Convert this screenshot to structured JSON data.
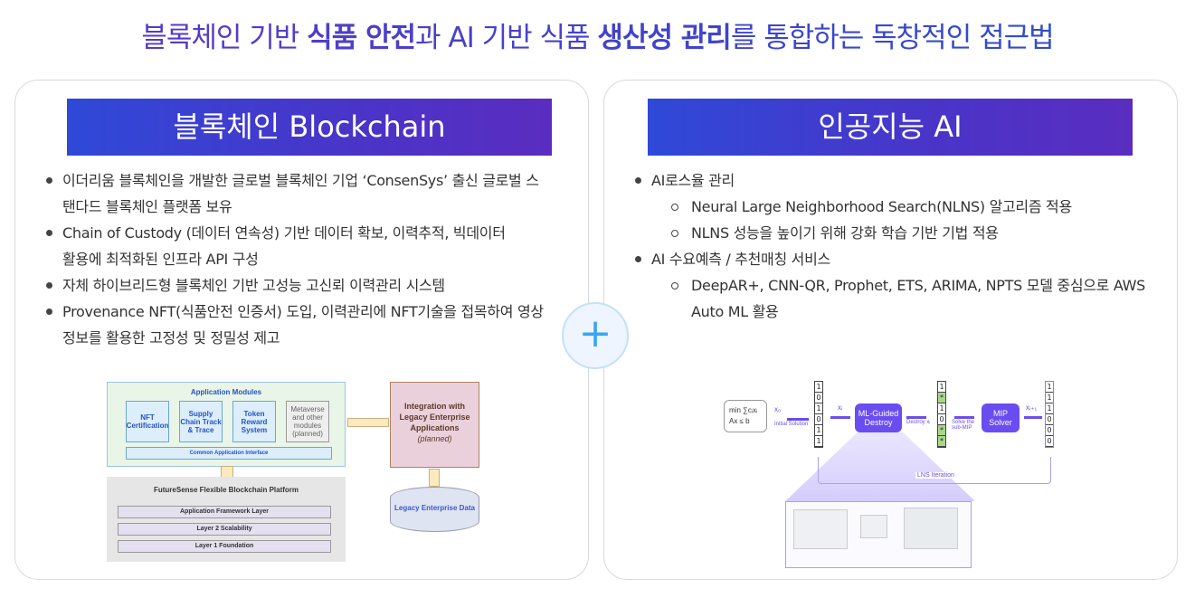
{
  "title": {
    "part1": "블록체인 기반 ",
    "bold1": "식품 안전",
    "part2": "과 AI 기반 식품 ",
    "bold2": "생산성 관리",
    "part3": "를 통합하는 독창적인 접근법"
  },
  "left": {
    "header": "블록체인 Blockchain",
    "bullets": [
      "이더리움 블록체인을 개발한 글로벌 블록체인 기업 ‘ConsenSys’ 출신 글로벌 스탠다드 블록체인 플랫폼 보유",
      "Chain of Custody (데이터 연속성) 기반 데이터 확보, 이력추적, 빅데이터",
      "활용에 최적화된 인프라 API 구성",
      "자체 하이브리드형 블록체인 기반 고성능 고신뢰 이력관리 시스템",
      "Provenance NFT(식품안전 인증서) 도입, 이력관리에 NFT기술을 접목하여 영상정보를 활용한 고정성 및 정밀성 제고"
    ],
    "diagram": {
      "app_modules": "Application Modules",
      "modules": [
        "NFT Certification",
        "Supply Chain Track & Trace",
        "Token Reward System",
        "Metaverse and other modules (planned)"
      ],
      "common_interface": "Common Application Interface",
      "platform": "FutureSense Flexible Blockchain Platform",
      "layers": [
        "Application Framework Layer",
        "Layer 2 Scalability",
        "Layer 1 Foundation"
      ],
      "legacy_apps": "Integration with Legacy Enterprise Applications",
      "planned": "(planned)",
      "legacy_data": "Legacy Enterprise Data"
    }
  },
  "plus": "+",
  "right": {
    "header": "인공지능 AI",
    "bullets": [
      {
        "level": 1,
        "text": "AI로스율 관리"
      },
      {
        "level": 2,
        "text": "Neural Large Neighborhood Search(NLNS) 알고리즘 적용"
      },
      {
        "level": 2,
        "text": "NLNS 성능을 높이기 위해 강화 학습 기반 기법 적용"
      },
      {
        "level": 1,
        "text": "AI 수요예측 / 추천매칭 서비스"
      },
      {
        "level": 2,
        "text": "DeepAR+, CNN-QR, Prophet, ETS, ARIMA, NPTS 모델 중심으로 AWS Auto ML 활용"
      }
    ],
    "diagram": {
      "objective": "min ∑cᵢxᵢ",
      "constraint": "Ax ≤ b",
      "x0": "x₀",
      "initial": "Initial Solution",
      "xi": "xᵢ",
      "destroy_box": "ML-Guided Destroy",
      "destroy_label": "Destroy xᵢ",
      "solve_label": "Solve the sub-MIP",
      "solver": "MIP Solver",
      "xnext": "xᵢ₊₁",
      "iteration": "LNS Iteration",
      "v1": [
        "1",
        "0",
        "1",
        "0",
        "1",
        "1"
      ],
      "v2": [
        "1",
        "*",
        "1",
        "0",
        "*",
        "*"
      ],
      "v3": [
        "1",
        "1",
        "1",
        "0",
        "0",
        "0"
      ]
    }
  }
}
